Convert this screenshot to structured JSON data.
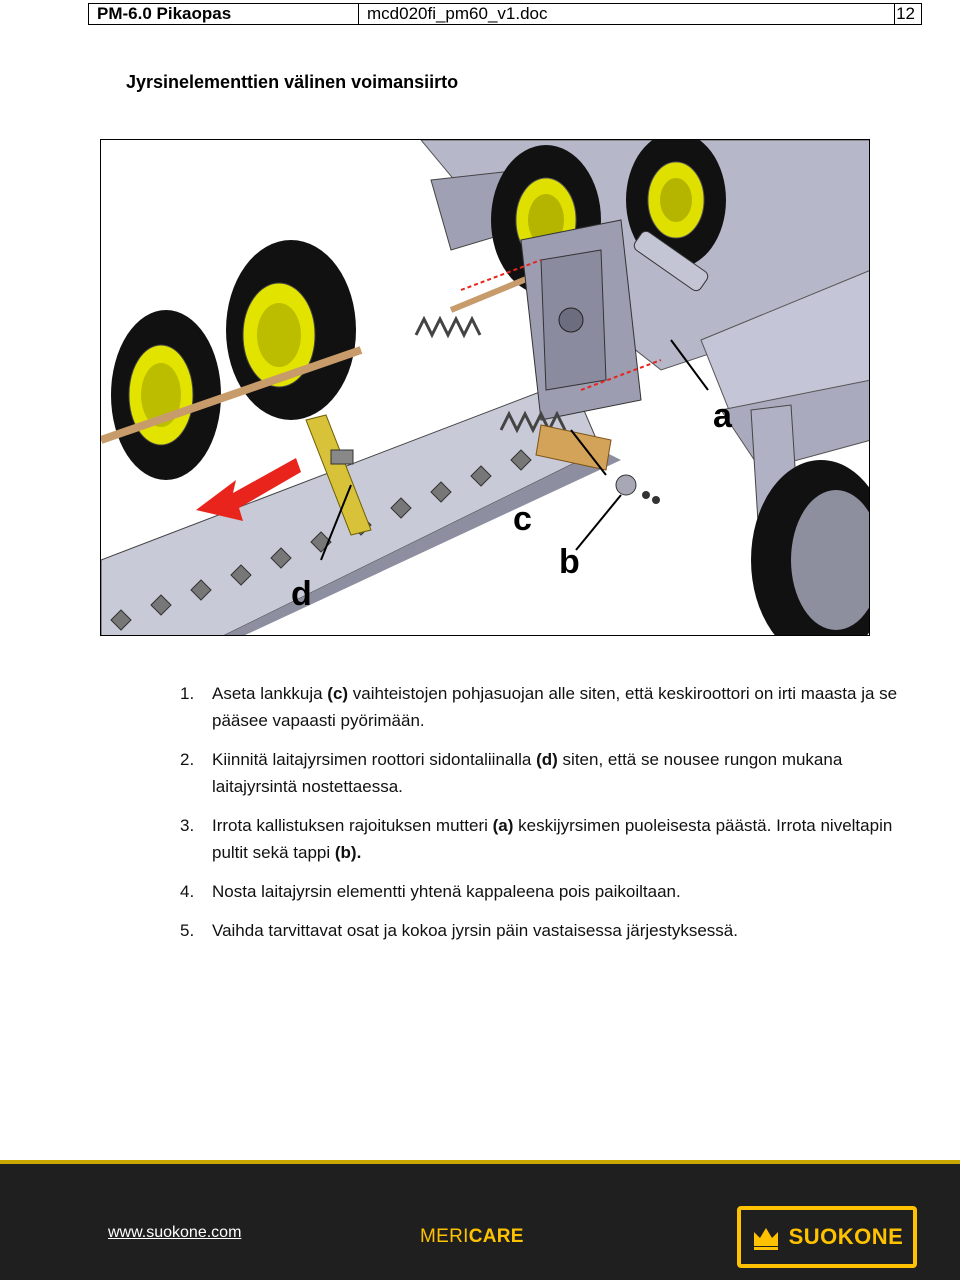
{
  "header": {
    "title": "PM-6.0 Pikaopas",
    "doc": "mcd020fi_pm60_v1.doc",
    "page": "12"
  },
  "section_title": "Jyrsinelementtien välinen voimansiirto",
  "figure": {
    "callouts": {
      "a": "a",
      "b": "b",
      "c": "c",
      "d": "d"
    }
  },
  "steps": [
    {
      "num": "1.",
      "pre": "Aseta lankkuja ",
      "bold": "(c)",
      "post": " vaihteistojen pohjasuojan alle siten, että keskiroottori on irti maasta ja se pääsee vapaasti pyörimään."
    },
    {
      "num": "2.",
      "pre": "Kiinnitä laitajyrsimen roottori sidontaliinalla ",
      "bold": "(d)",
      "post": " siten, että se nousee rungon mukana laitajyrsintä nostettaessa."
    },
    {
      "num": "3.",
      "pre": "Irrota kallistuksen rajoituksen mutteri ",
      "bold": "(a)",
      "post": " keskijyrsimen puoleisesta päästä. Irrota niveltapin pultit sekä tappi ",
      "bold2": "(b).",
      "post2": ""
    },
    {
      "num": "4.",
      "pre": "Nosta laitajyrsin elementti yhtenä kappaleena pois paikoiltaan."
    },
    {
      "num": "5.",
      "pre": "Vaihda tarvittavat osat ja kokoa jyrsin päin vastaisessa järjestyksessä."
    }
  ],
  "footer": {
    "url": "www.suokone.com",
    "mericare_light": "MERI",
    "mericare_bold": "CARE",
    "logo_text": "SUOKONE"
  },
  "colors": {
    "accent": "#ffc200",
    "arrow": "#e8241c",
    "frame": "#b9b9c8"
  }
}
